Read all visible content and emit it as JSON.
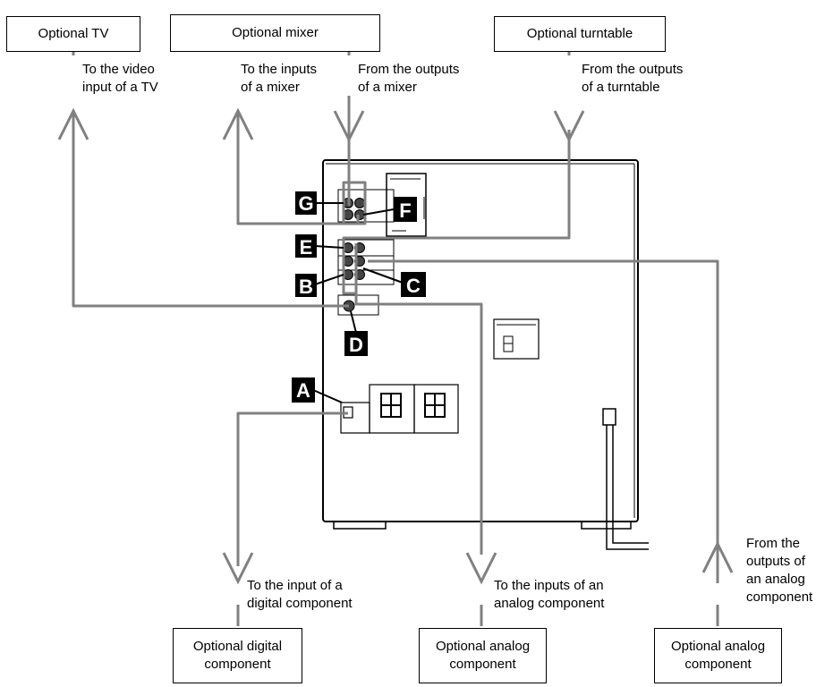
{
  "boxes": {
    "tv": "Optional TV",
    "mixer": "Optional mixer",
    "turntable": "Optional turntable",
    "digital_l1": "Optional digital",
    "digital_l2": "component",
    "analog_in_l1": "Optional analog",
    "analog_in_l2": "component",
    "analog_out_l1": "Optional analog",
    "analog_out_l2": "component"
  },
  "notes": {
    "tv_l1": "To the video",
    "tv_l2": "input of a TV",
    "mixer_in_l1": "To the inputs",
    "mixer_in_l2": "of a mixer",
    "mixer_out_l1": "From the outputs",
    "mixer_out_l2": "of a mixer",
    "turntable_l1": "From the outputs",
    "turntable_l2": "of a turntable",
    "digital_l1": "To the input of a",
    "digital_l2": "digital component",
    "analog_in_l1": "To the inputs of an",
    "analog_in_l2": "analog component",
    "analog_out_l1": "From the",
    "analog_out_l2": "outputs of",
    "analog_out_l3": "an analog",
    "analog_out_l4": "component"
  },
  "badges": {
    "a": "A",
    "b": "B",
    "c": "C",
    "d": "D",
    "e": "E",
    "f": "F",
    "g": "G"
  },
  "colors": {
    "cable": "#808080",
    "outline": "#000000",
    "badge": "#000000"
  }
}
